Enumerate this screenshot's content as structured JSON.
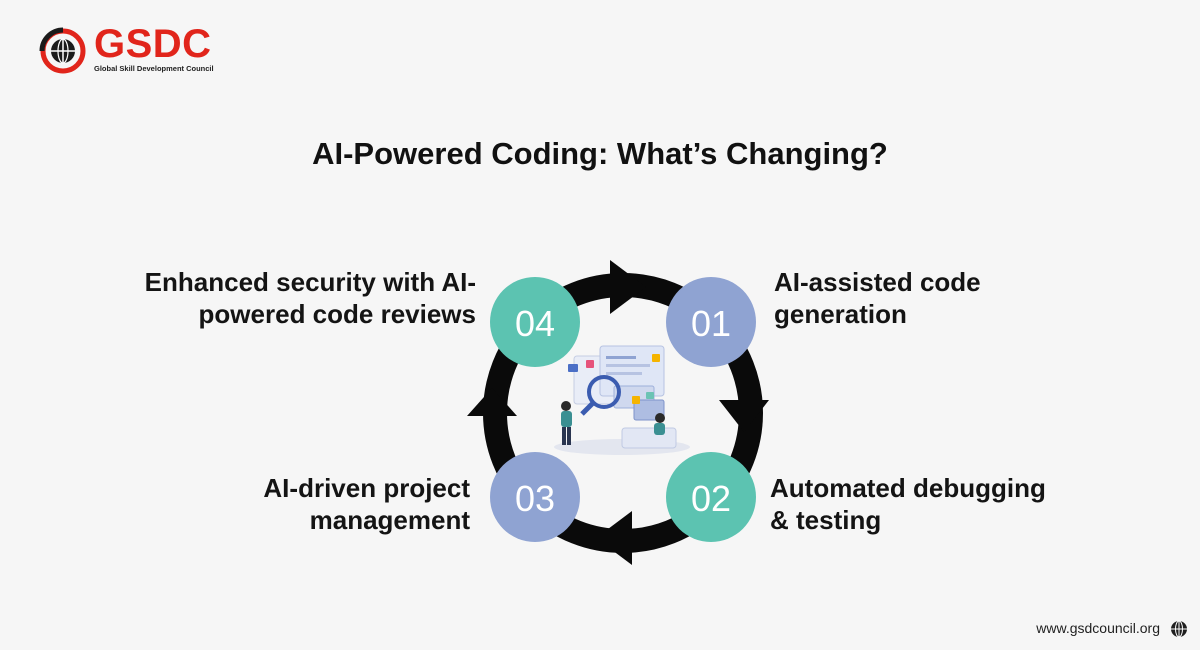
{
  "logo": {
    "wordmark": "GSDC",
    "tagline": "Global Skill Development Council"
  },
  "title": "AI-Powered Coding: What’s Changing?",
  "steps": [
    {
      "number": "01",
      "lines": [
        "AI-assisted code",
        "generation"
      ],
      "color": "#8fa3d2"
    },
    {
      "number": "02",
      "lines": [
        "Automated debugging",
        "& testing"
      ],
      "color": "#5cc3b1"
    },
    {
      "number": "03",
      "lines": [
        "AI-driven project",
        "management"
      ],
      "color": "#8fa3d2"
    },
    {
      "number": "04",
      "lines": [
        "Enhanced security with AI-",
        "powered code reviews"
      ],
      "color": "#5cc3b1"
    }
  ],
  "footer": {
    "website": "www.gsdcouncil.org"
  },
  "colors": {
    "brand_red": "#e1251b",
    "ring": "#0a0a0a",
    "background": "#f6f6f6"
  },
  "icons": [
    "globe-logo-icon",
    "globe-icon",
    "developer-illustration"
  ]
}
